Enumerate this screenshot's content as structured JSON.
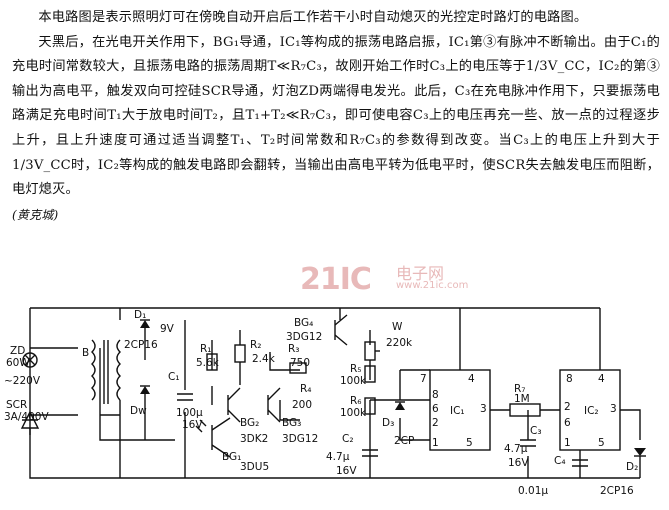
{
  "text": {
    "p1": "本电路图是表示照明灯可在傍晚自动开启后工作若干小时自动熄灭的光控定时路灯的电路图。",
    "p2": "天黑后，在光电开关作用下，BG₁导通，IC₁等构成的振荡电路启振，IC₁第③有脉冲不断输出。由于C₁的充电时间常数较大，且振荡电路的振荡周期T≪R₇C₃，故刚开始工作时C₃上的电压等于1/3V_CC，IC₂的第③输出为高电平，触发双向可控硅SCR导通，灯泡ZD两端得电发光。此后，C₃在充电脉冲作用下，只要振荡电路满足充电时间T₁大于放电时间T₂，且T₁+T₂≪R₇C₃，即可使电容C₃上的电压再充一些、放一点的过程逐步上升，且上升速度可通过适当调整T₁、T₂时间常数和R₇C₃的参数得到改变。当C₃上的电压上升到大于1/3V_CC时，IC₂等构成的触发电路即会翻转，当输出由高电平转为低电平时，使SCR失去触发电压而阻断，电灯熄灭。",
    "author": "(黄克城)"
  },
  "watermark": {
    "logo": "21IC",
    "cn": "电子网",
    "url": "www.21ic.com"
  },
  "diagram": {
    "zd": "ZD",
    "zd_power": "60W",
    "mains": "~220V",
    "scr": "SCR",
    "scr_rating": "3A/400V",
    "b": "B",
    "d1": "D₁",
    "d1_type": "2CP16",
    "v9": "9V",
    "dw": "Dw",
    "c1": "C₁",
    "c1_val": "100μ",
    "c1_volt": "16V",
    "r1": "R₁",
    "r1_val": "5.6k",
    "r2": "R₂",
    "r2_val": "2.4k",
    "r3": "R₃",
    "r3_val": "750",
    "r4": "R₄",
    "r4_val": "200",
    "bg1": "BG₁",
    "bg2": "BG₂",
    "bg2_type": "3DK2",
    "bg2_alt": "3DU5",
    "bg3": "BG₃",
    "bg3_type": "3DG12",
    "bg4": "BG₄",
    "bg4_type": "3DG12",
    "w": "W",
    "w_val": "220k",
    "r5": "R₅",
    "r5_val": "100k",
    "r6": "R₆",
    "r6_val": "100k",
    "d3": "D₃",
    "d3_type": "2CP",
    "c2": "C₂",
    "c2_val": "4.7μ",
    "c2_volt": "16V",
    "ic1": "IC₁",
    "r7": "R₇",
    "r7_val": "1M",
    "c3": "C₃",
    "c3_val": "4.7μ",
    "c3_volt": "16V",
    "ic2": "IC₂",
    "c4": "C₄",
    "c4_val": "0.01μ",
    "d2": "D₂",
    "d2_type": "2CP16",
    "pin7": "7",
    "pin4": "4",
    "pin8": "8",
    "pin6": "6",
    "pin2": "2",
    "pin3": "3",
    "pin1": "1",
    "pin5": "5",
    "pin8b": "8",
    "pin4b": "4",
    "pin2b": "2",
    "pin6b": "6",
    "pin3b": "3",
    "pin1b": "1",
    "pin5b": "5"
  }
}
